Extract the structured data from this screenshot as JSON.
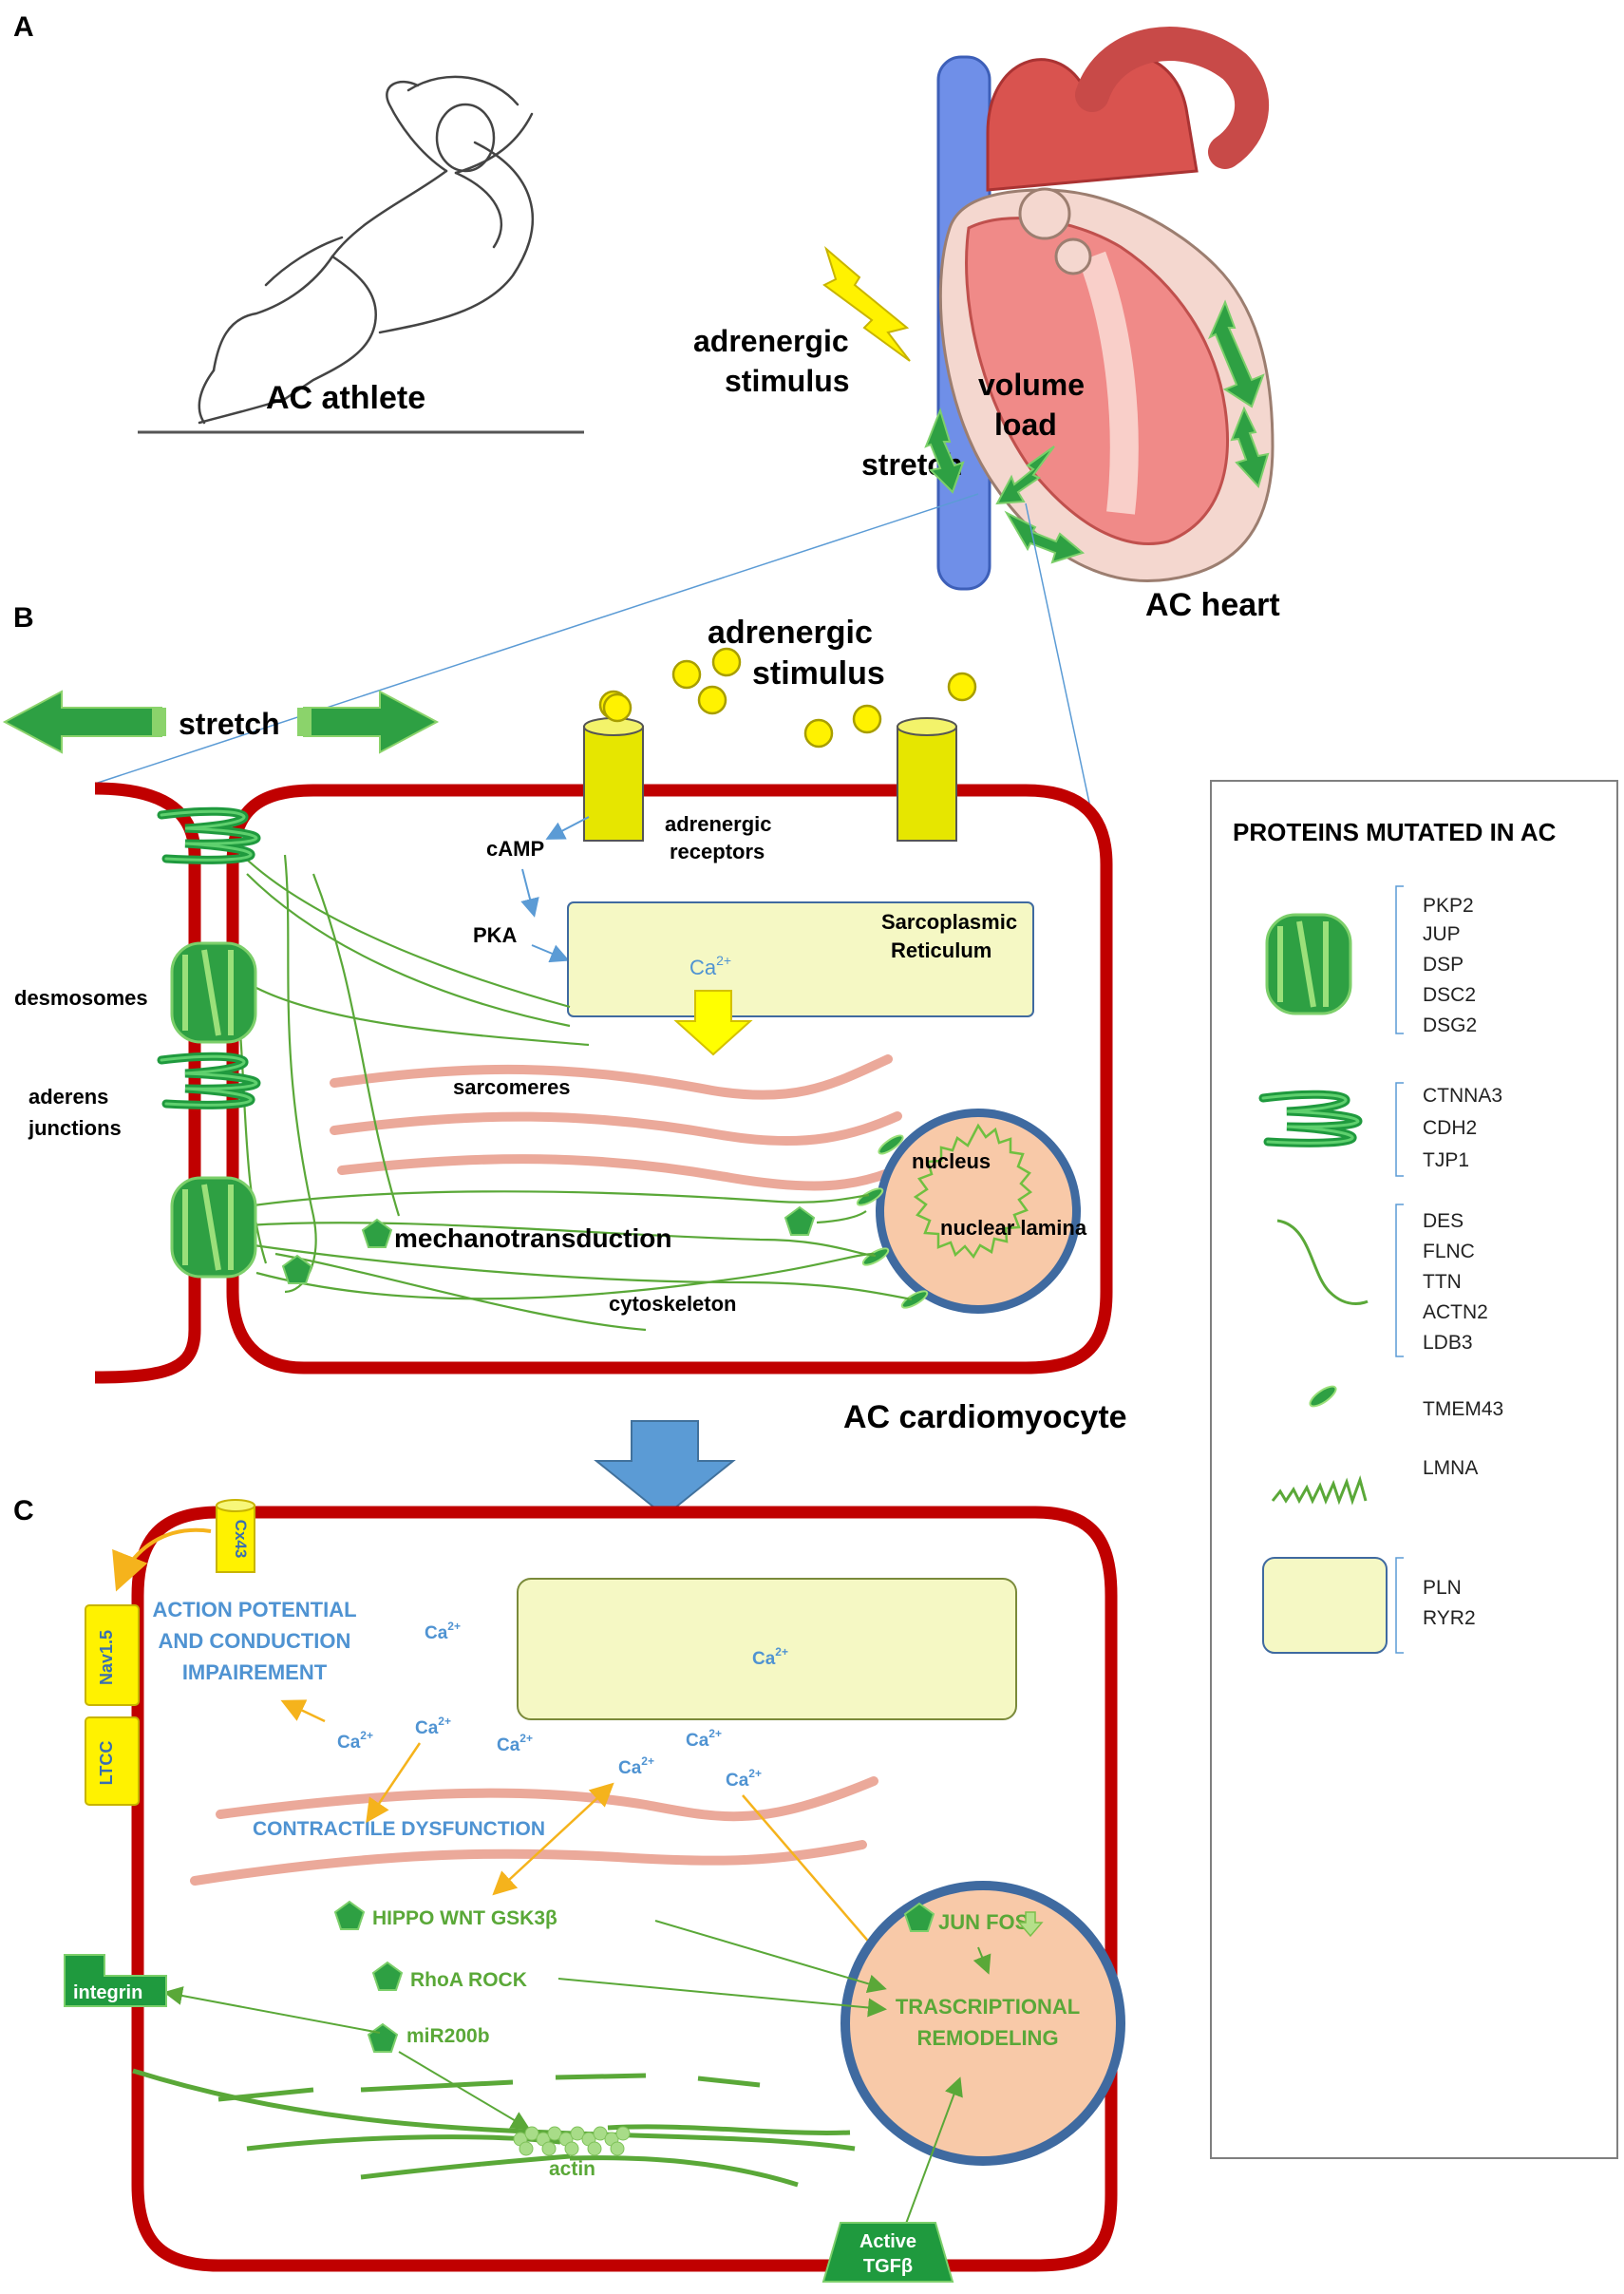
{
  "panels": {
    "a": "A",
    "b": "B",
    "c": "C"
  },
  "panel_a": {
    "athlete": "AC athlete",
    "adrenergic_1": "adrenergic",
    "adrenergic_2": "stimulus",
    "volume_1": "volume",
    "volume_2": "load",
    "stretch": "stretch",
    "heart": "AC heart"
  },
  "panel_b": {
    "stretch": "stretch",
    "stimulus_1": "adrenergic",
    "stimulus_2": "stimulus",
    "receptors_1": "adrenergic",
    "receptors_2": "receptors",
    "camp": "cAMP",
    "pka": "PKA",
    "sr_1": "Sarcoplasmic",
    "sr_2": "Reticulum",
    "ca": "Ca",
    "ca_sup": "2+",
    "desmosomes": "desmosomes",
    "aderens_1": "aderens",
    "aderens_2": "junctions",
    "sarcomeres": "sarcomeres",
    "nucleus": "nucleus",
    "lamina": "nuclear lamina",
    "mechano": "mechanotransduction",
    "cytoskeleton": "cytoskeleton",
    "cardiomyocyte": "AC cardiomyocyte"
  },
  "legend": {
    "title": "PROTEINS MUTATED IN AC",
    "group1": [
      "PKP2",
      "JUP",
      "DSP",
      "DSC2",
      "DSG2"
    ],
    "group2": [
      "CTNNA3",
      "CDH2",
      "TJP1"
    ],
    "group3": [
      "DES",
      "FLNC",
      "TTN",
      "ACTN2",
      "LDB3"
    ],
    "group4": [
      "TMEM43"
    ],
    "group5": [
      "LMNA"
    ],
    "group6": [
      "PLN",
      "RYR2"
    ]
  },
  "panel_c": {
    "cx43": "Cx43",
    "nav15": "Nav1.5",
    "ltcc": "LTCC",
    "ap_1": "ACTION POTENTIAL",
    "ap_2": "AND CONDUCTION",
    "ap_3": "IMPAIREMENT",
    "ca": "Ca",
    "ca_sup": "2+",
    "contractile": "CONTRACTILE DYSFUNCTION",
    "hippo": "HIPPO WNT GSK3β",
    "rhoa": "RhoA ROCK",
    "mir": "miR200b",
    "integrin": "integrin",
    "actin": "actin",
    "jun": "JUN FOS",
    "trans_1": "TRASCRIPTIONAL",
    "trans_2": "REMODELING",
    "tgf_1": "Active",
    "tgf_2": "TGFβ"
  },
  "colors": {
    "membrane": "#c00000",
    "green": "#3cb44b",
    "light_green": "#8dd35f",
    "yellow": "#e6e600",
    "sr_fill": "#f5f8c4",
    "nucleus_fill": "#f8c9a8",
    "nucleus_ring": "#3f6aa0",
    "sarcomere": "#eba99a",
    "blue_text": "#4f93d2",
    "green_text": "#5aa838",
    "orange": "#f5b31c"
  }
}
